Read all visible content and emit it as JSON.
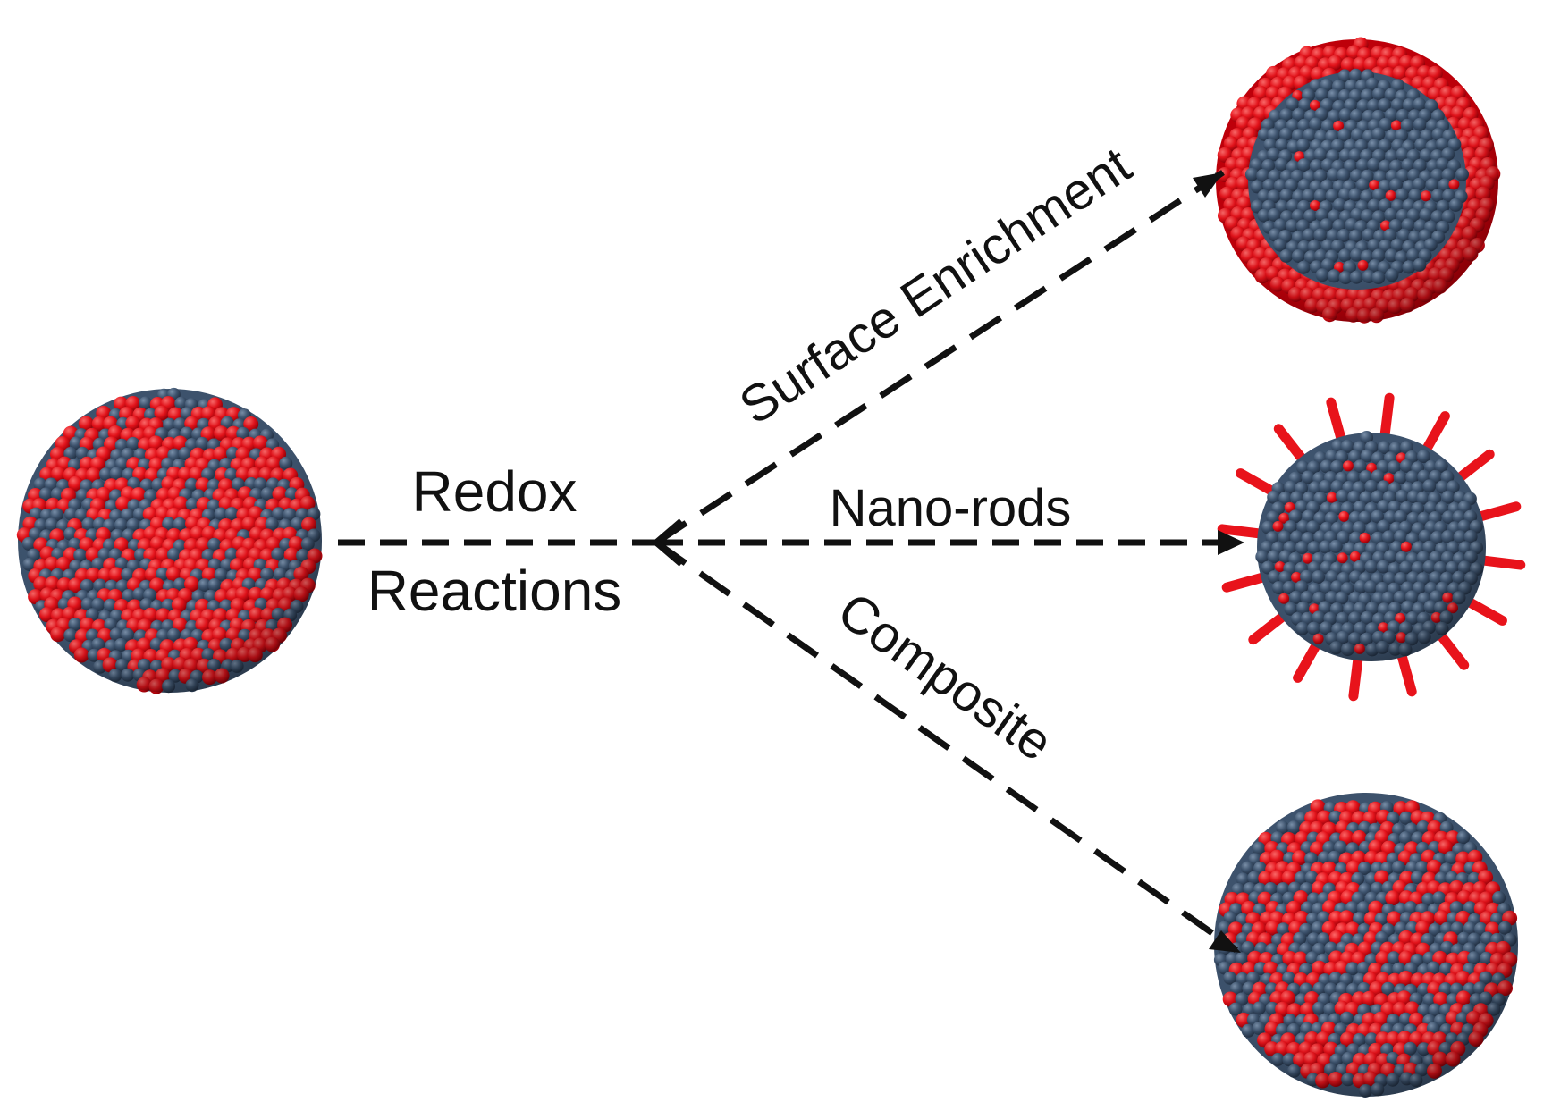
{
  "labels": {
    "redox_line1": "Redox",
    "redox_line2": "Reactions",
    "surface_enrichment": "Surface Enrichment",
    "nano_rods": "Nano-rods",
    "composite": "Composite"
  },
  "particles": {
    "initial": {
      "type": "mixed"
    },
    "surface_enrichment": {
      "type": "core-shell"
    },
    "nano_rods": {
      "type": "rods"
    },
    "composite": {
      "type": "mixed"
    }
  },
  "colors": {
    "red_atom": "#e8131b",
    "blue_atom": "#3f5570",
    "arrow": "#111111"
  }
}
